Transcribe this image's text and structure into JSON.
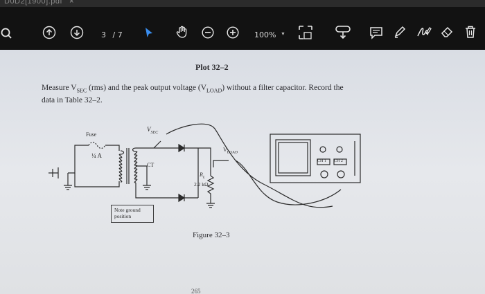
{
  "tab": {
    "title": "D0D2[1900].pdf",
    "close": "×"
  },
  "toolbar": {
    "page_current": "3",
    "page_total": "7",
    "page_separator": "/",
    "zoom": "100%"
  },
  "doc": {
    "title": "Plot 32–2",
    "instruction_prefix": "Measure V",
    "instruction_sub1": "SEC",
    "instruction_mid": " (rms) and the peak output voltage (V",
    "instruction_sub2": "LOAD",
    "instruction_suffix": ") without a filter capacitor. Record the",
    "instruction_line2": "data in Table 32–2.",
    "figure_caption": "Figure 32–3",
    "page_number": "265"
  },
  "circuit": {
    "fuse_label": "Fuse",
    "fuse_rating": "¼ A",
    "vsec_label": "V",
    "vsec_sub": "SEC",
    "ct_label": "CT",
    "vload_label": "V",
    "vload_sub": "LOAD",
    "resistor_label": "R",
    "resistor_sub": "L",
    "resistor_value": "2.2 kΩ",
    "note_line1": "Note ground",
    "note_line2": "position",
    "ch1_label": "CH 1",
    "ch2_label": "CH 2"
  },
  "colors": {
    "toolbar_bg": "#121212",
    "paper": "#e2e4e8",
    "ink": "#2a2a2e"
  }
}
